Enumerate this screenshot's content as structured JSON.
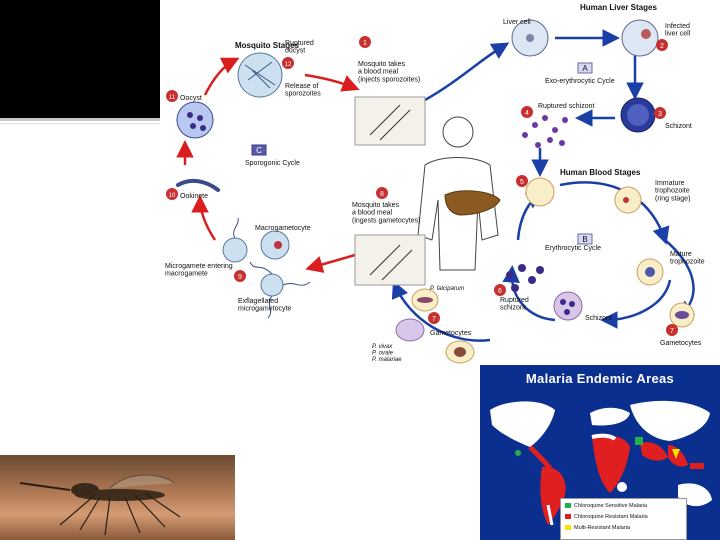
{
  "diagram": {
    "liver_header": "Human Liver Stages",
    "liver_cell": "Liver cell",
    "infected_liver_cell": "Infected\nliver cell",
    "exo_cycle": "Exo-erythrocytic Cycle",
    "schizont_liver": "Schizont",
    "ruptured_schizont_liver": "Ruptured schizont",
    "blood_header": "Human Blood Stages",
    "immature_trophozoite": "Immature\ntrophozoite\n(ring stage)",
    "erythrocytic_cycle": "Erythrocytic Cycle",
    "mature_trophozoite": "Mature\ntrophozoite",
    "ruptured_schizont_blood": "Ruptured\nschizont",
    "schizont_blood": "Schizont",
    "gametocytes_right": "Gametocytes",
    "gametocytes_center": "Gametocytes",
    "p_falciparum": "P. falciparum",
    "p_vivax": "P. vivax\nP. ovale\nP. malariae",
    "mosquito_header": "Mosquito Stages",
    "ruptured_oocyst": "Ruptured\noocyst",
    "release_sporozoites": "Release of\nsporozoites",
    "oocyst": "Oocyst",
    "sporogonic_cycle": "Sporogonic Cycle",
    "ookinete": "Ookinete",
    "macrogametocyte": "Macrogametocyte",
    "microgamete_entering": "Microgamete entering\nmacrogamete",
    "exflagellated": "Exflagellated\nmicrogametocyte",
    "step1_text": "Mosquito takes\na blood meal\n(injects sporozoites)",
    "step8_text": "Mosquito takes\na blood meal\n(ingests gametocytes)",
    "cycle_letters": {
      "a": "A",
      "b": "B",
      "c": "C"
    },
    "numbers": {
      "n1": "1",
      "n2": "2",
      "n3": "3",
      "n4": "4",
      "n5": "5",
      "n6": "6",
      "n7a": "7",
      "n7b": "7",
      "n8": "8",
      "n9": "9",
      "n10": "10",
      "n11": "11",
      "n12": "12"
    }
  },
  "map": {
    "title": "Malaria Endemic Areas",
    "legend": [
      {
        "label": "Chloroquine Sensitive Malaria",
        "color": "#22b04a"
      },
      {
        "label": "Chloroquine Resistant Malaria",
        "color": "#e02020"
      },
      {
        "label": "Multi-Resistant Malaria",
        "color": "#f2e600"
      }
    ]
  },
  "colors": {
    "red_arrow": "#d81e1e",
    "blue_arrow": "#1a3fa6",
    "map_ocean": "#0a2f8f",
    "black_box": "#000000"
  },
  "icons": [
    "mosquito-photo",
    "human-body-outline",
    "liver-organ"
  ]
}
